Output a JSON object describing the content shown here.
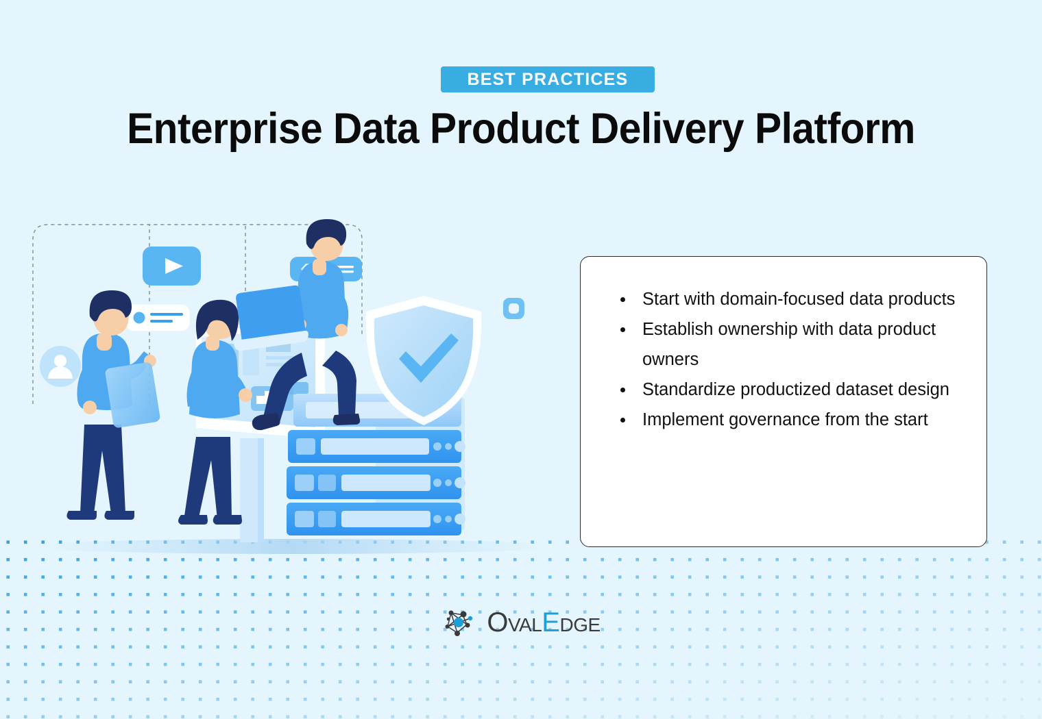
{
  "page": {
    "background_color": "#e4f5fd",
    "accent_color": "#37ade1",
    "logo_accent_color": "#1f9fd8"
  },
  "header": {
    "badge_label": "BEST PRACTICES",
    "title": "Enterprise Data Product Delivery Platform"
  },
  "best_practices_card": {
    "items": [
      "Start with domain-focused data products",
      "Establish ownership with data product owners",
      "Standardize productized dataset design",
      "Implement governance from the start"
    ]
  },
  "illustration": {
    "alt": "Team working with data platform servers",
    "elements": [
      "user-avatar-icon",
      "person-with-tablet",
      "notification-card",
      "play-button-card",
      "message-card",
      "woman-at-dashboard-kiosk",
      "person-with-laptop-on-servers",
      "server-rack-stack",
      "security-shield-check-icon",
      "small-rounded-square-icon",
      "dashed-connector-lines"
    ]
  },
  "footer": {
    "logo_text_primary": "Oval",
    "logo_text_accent": "E",
    "logo_text_secondary": "dge"
  }
}
